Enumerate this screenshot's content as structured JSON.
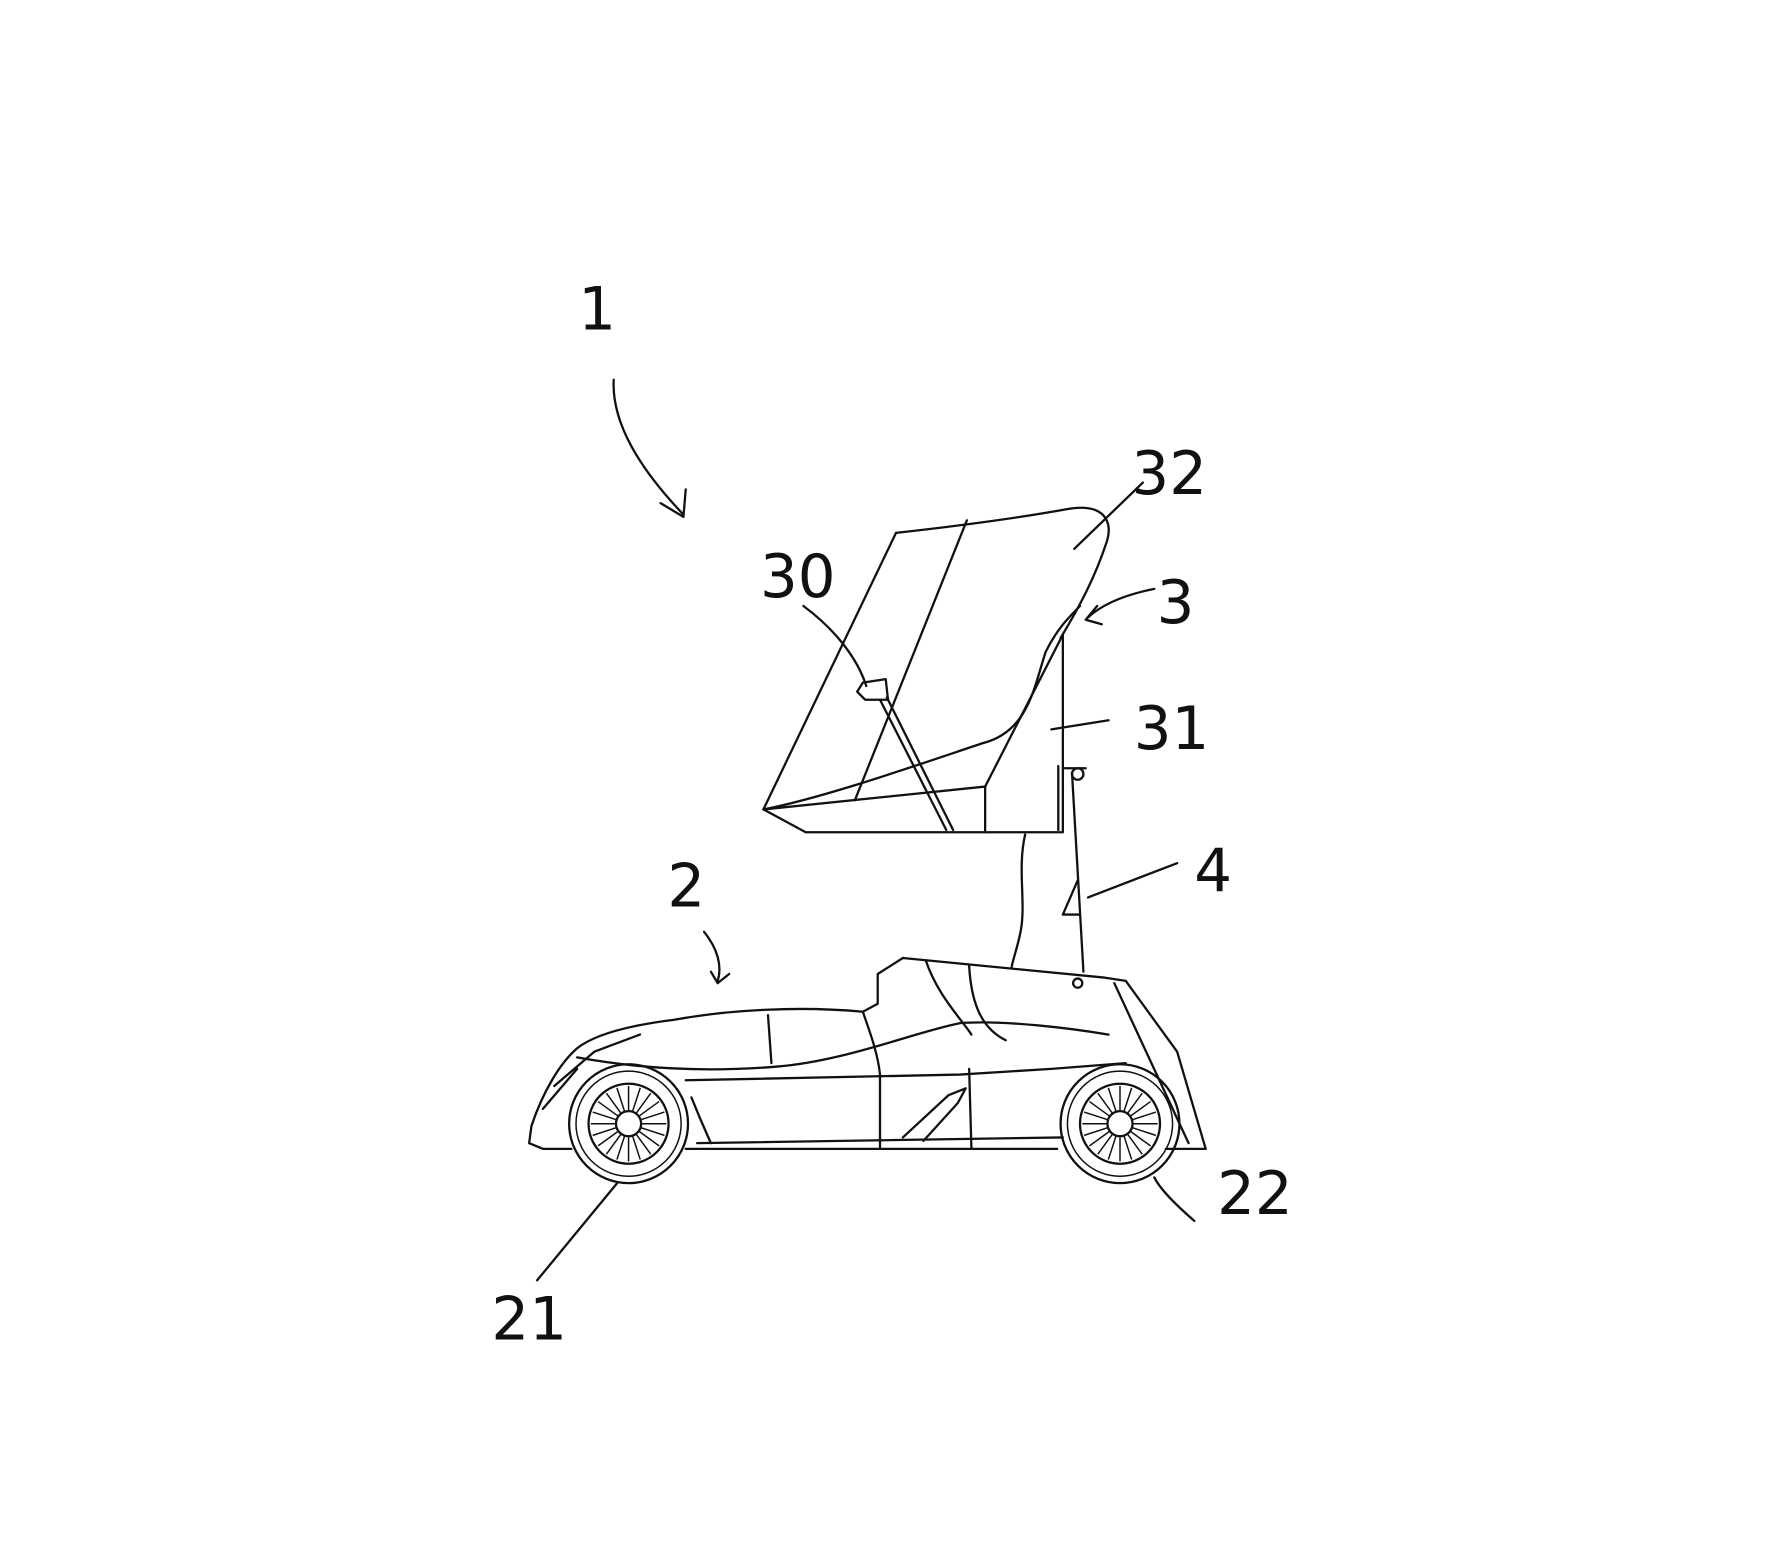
{
  "figure": {
    "labels": {
      "device": "1",
      "vehicle": "2",
      "display_unit": "3",
      "mount": "30",
      "housing": "31",
      "screen": "32",
      "pole": "4",
      "front_wheel": "21",
      "rear_wheel": "22"
    }
  }
}
